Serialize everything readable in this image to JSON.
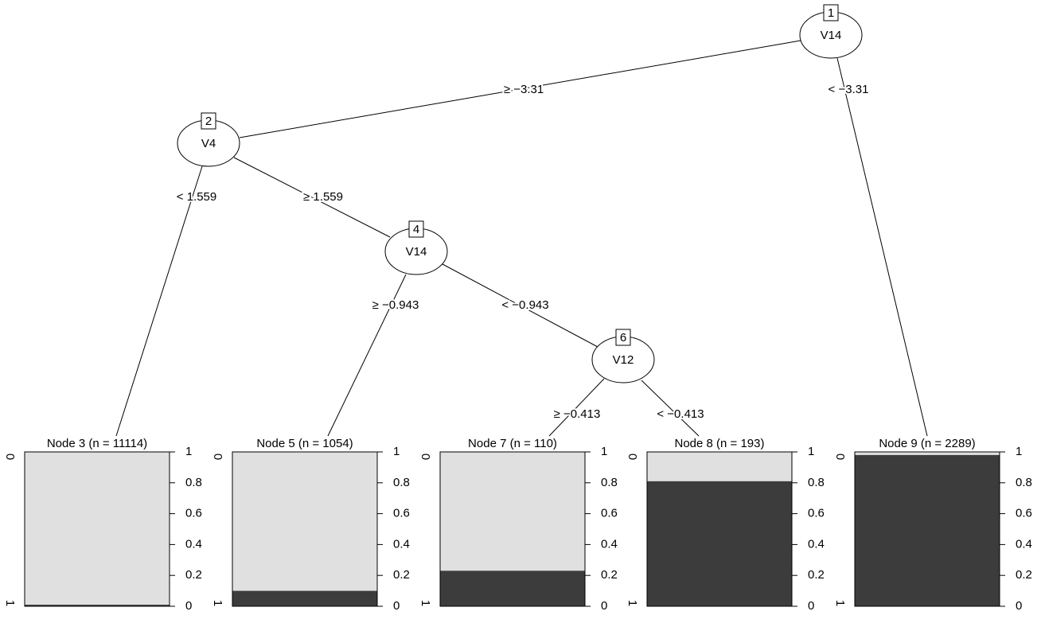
{
  "inner_nodes": [
    {
      "id": "1",
      "label": "V14"
    },
    {
      "id": "2",
      "label": "V4"
    },
    {
      "id": "4",
      "label": "V14"
    },
    {
      "id": "6",
      "label": "V12"
    }
  ],
  "edges": [
    {
      "key": "1-2",
      "label": "≥ −3.31"
    },
    {
      "key": "1-9",
      "label": "< −3.31"
    },
    {
      "key": "2-3",
      "label": "< 1.559"
    },
    {
      "key": "2-4",
      "label": "≥ 1.559"
    },
    {
      "key": "4-5",
      "label": "≥ −0.943"
    },
    {
      "key": "4-6",
      "label": "< −0.943"
    },
    {
      "key": "6-7",
      "label": "≥ −0.413"
    },
    {
      "key": "6-8",
      "label": "< −0.413"
    }
  ],
  "terminal_nodes": [
    {
      "id": "3",
      "title": "Node 3 (n = 11114)",
      "proportion_class1": 0.01
    },
    {
      "id": "5",
      "title": "Node 5 (n = 1054)",
      "proportion_class1": 0.1
    },
    {
      "id": "7",
      "title": "Node 7 (n = 110)",
      "proportion_class1": 0.23
    },
    {
      "id": "8",
      "title": "Node 8 (n = 193)",
      "proportion_class1": 0.81
    },
    {
      "id": "9",
      "title": "Node 9 (n = 2289)",
      "proportion_class1": 0.98
    }
  ],
  "axis": {
    "ticks": [
      "0",
      "0.2",
      "0.4",
      "0.6",
      "0.8",
      "1"
    ],
    "class_labels": [
      "0",
      "1"
    ]
  },
  "colors": {
    "class0": "#e0e0e0",
    "class1": "#3c3c3c"
  }
}
